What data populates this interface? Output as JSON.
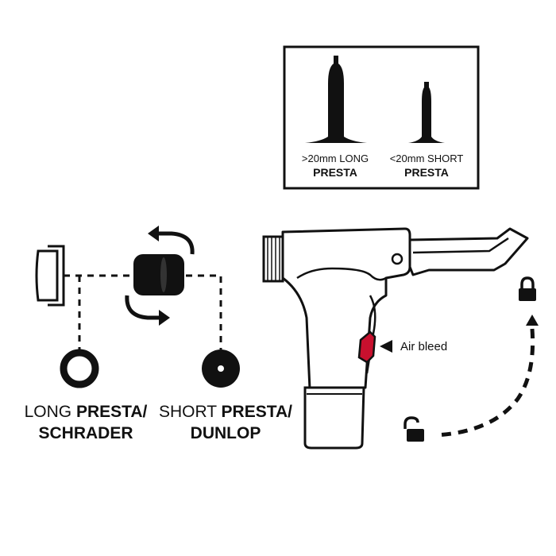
{
  "inset": {
    "valves": [
      {
        "line1": ">20mm LONG",
        "line2": "PRESTA"
      },
      {
        "line1": "<20mm SHORT",
        "line2": "PRESTA"
      }
    ]
  },
  "adapter": {
    "long": {
      "prefix": "LONG ",
      "bold": "PRESTA/",
      "line2": "SCHRADER"
    },
    "short": {
      "prefix": "SHORT ",
      "bold": "PRESTA/",
      "line2": "DUNLOP"
    }
  },
  "pump": {
    "air_bleed_label": "Air bleed",
    "bleed_color": "#c8102e"
  },
  "icons": [
    "padlock-locked-icon",
    "padlock-unlocked-icon",
    "rotate-arrow-icon"
  ]
}
